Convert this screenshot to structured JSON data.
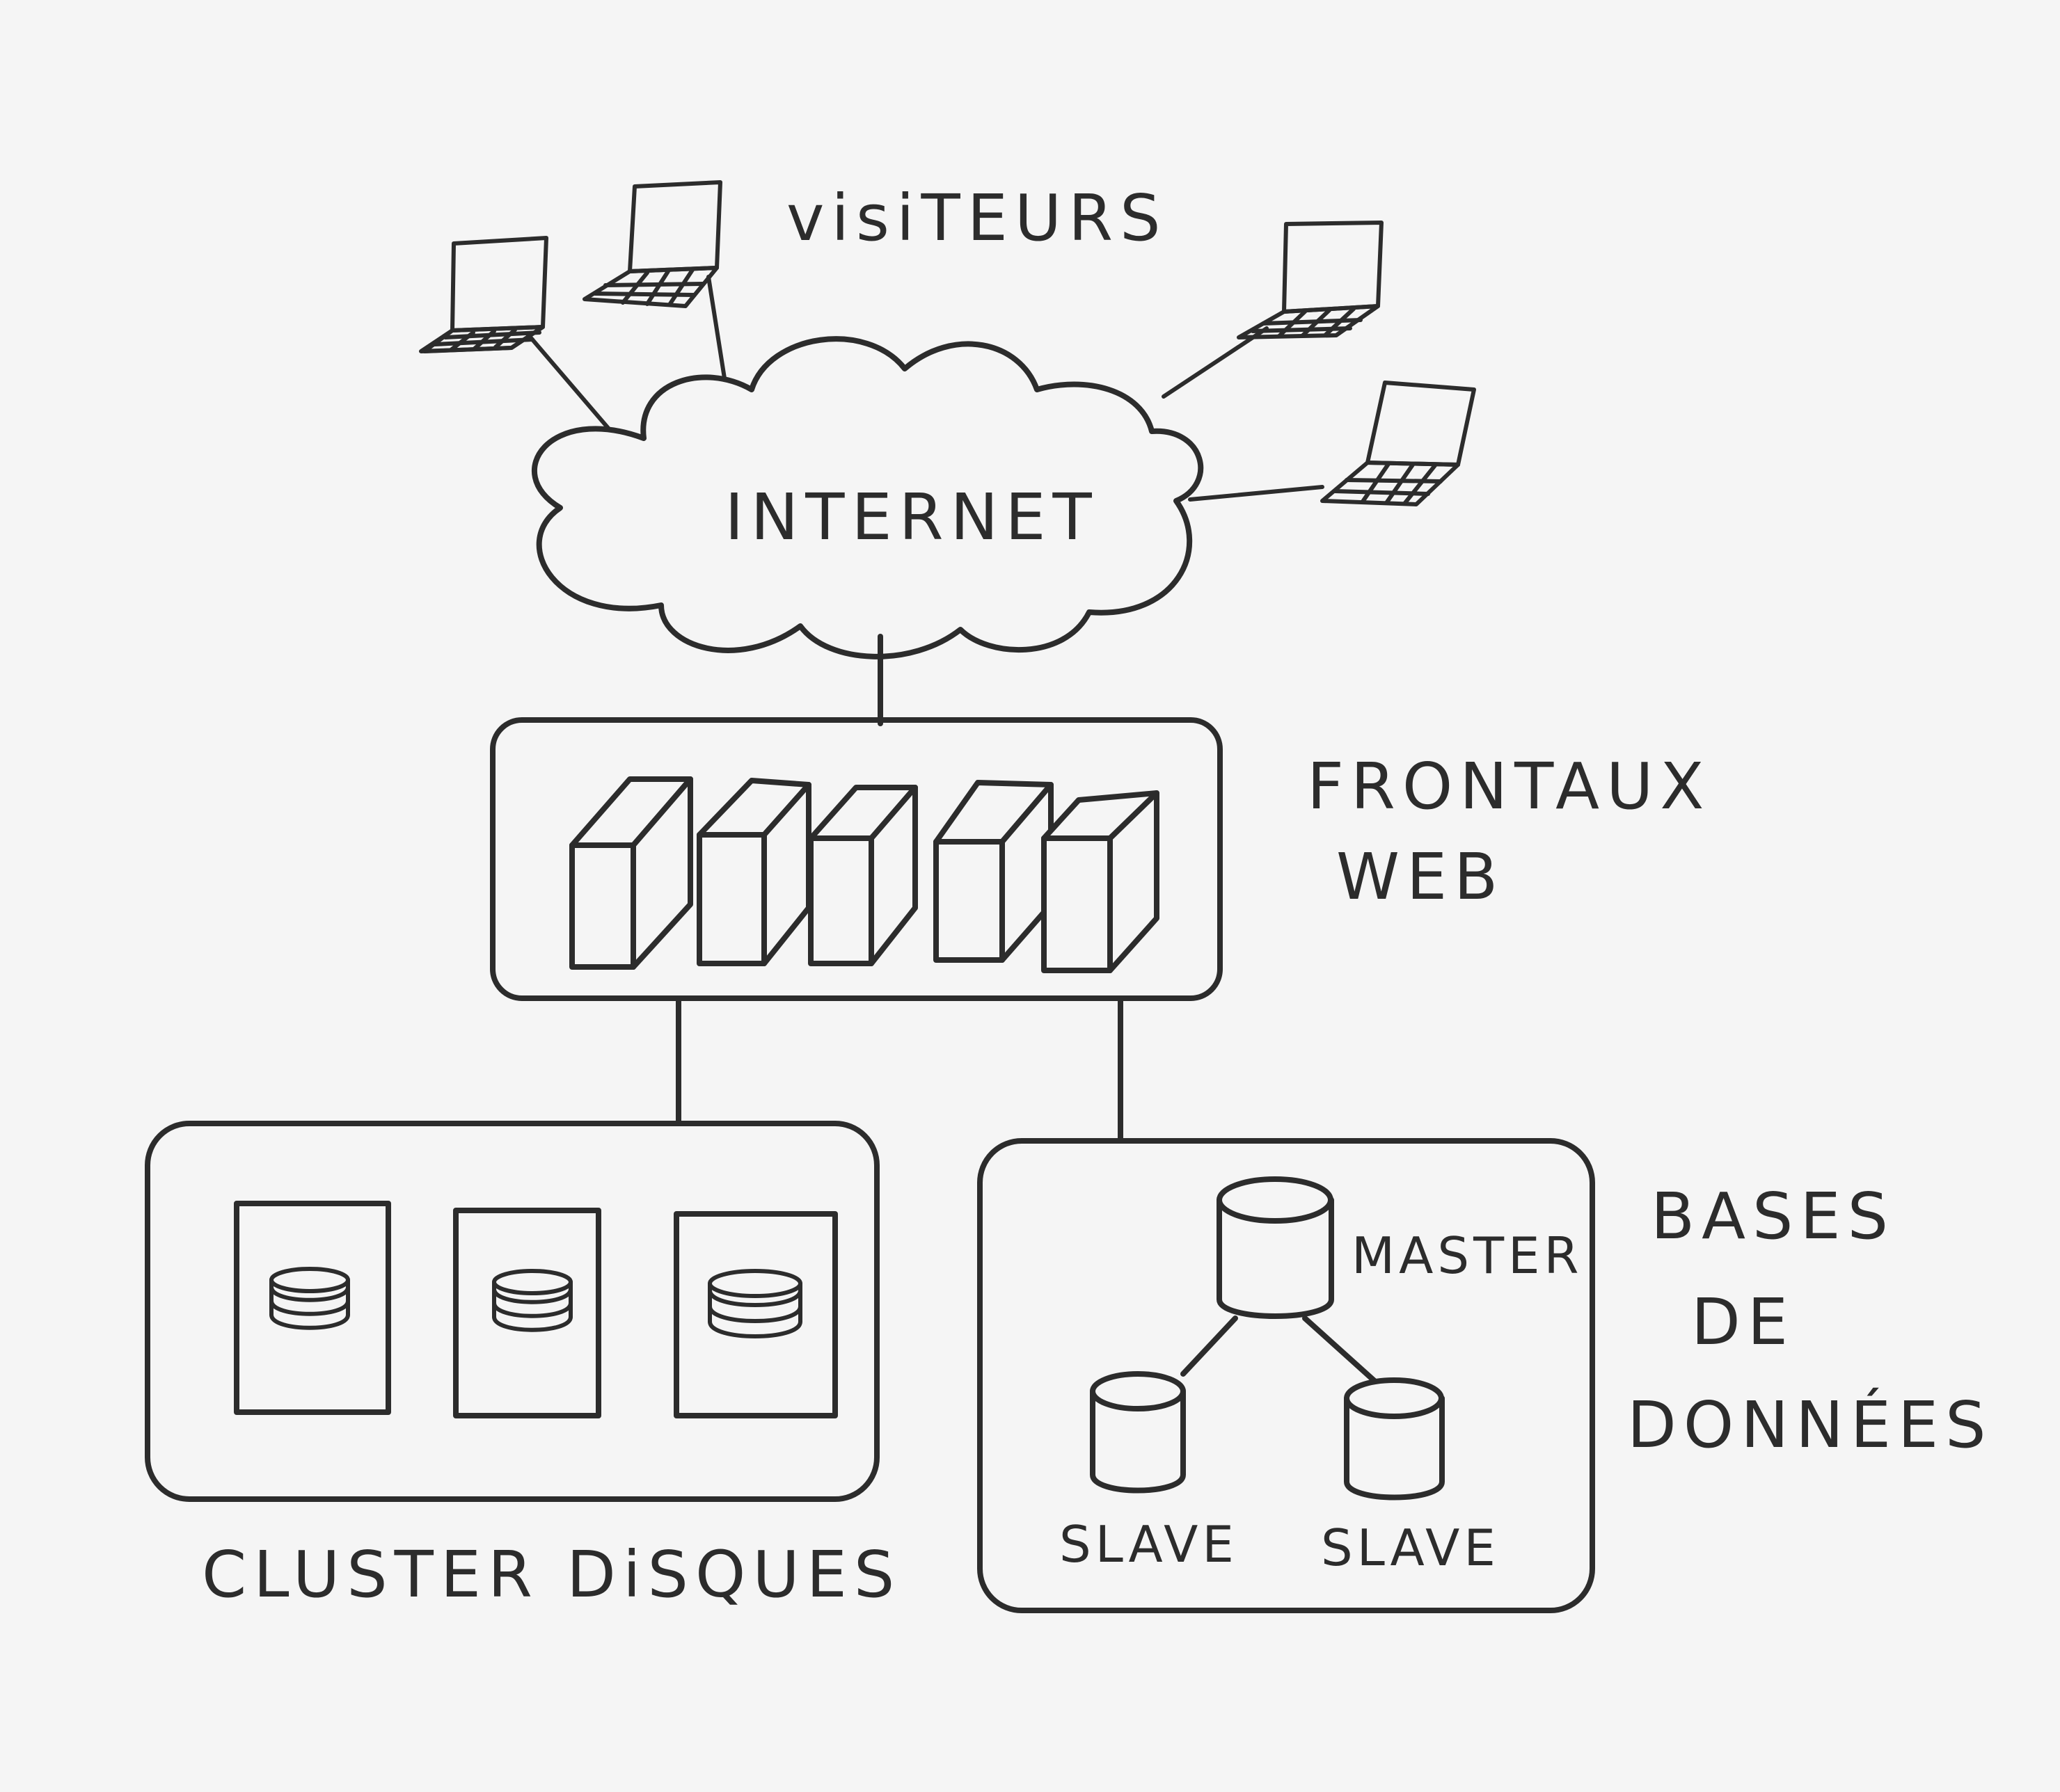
{
  "labels": {
    "visitors": "visiTEURS",
    "internet": "INTERNET",
    "frontends_line1": "FRONTAUX",
    "frontends_line2": "WEB",
    "disk_cluster": "CLUSTER DiSQUES",
    "databases_line1": "BASES",
    "databases_line2": "DE",
    "databases_line3": "DONNÉES",
    "master": "MASTER",
    "slave_left": "SLAVE",
    "slave_right": "SLAVE"
  },
  "counts": {
    "visitor_laptops": 4,
    "web_servers": 5,
    "disk_units": 3,
    "database_replicas": 2
  },
  "colors": {
    "ink": "#2c2c2c",
    "paper": "#f5f5f5"
  },
  "icons": {
    "visitor": "laptop-icon",
    "network": "cloud-icon",
    "web_server": "server-icon",
    "disk": "disk-stack-icon",
    "database": "database-cylinder-icon"
  }
}
